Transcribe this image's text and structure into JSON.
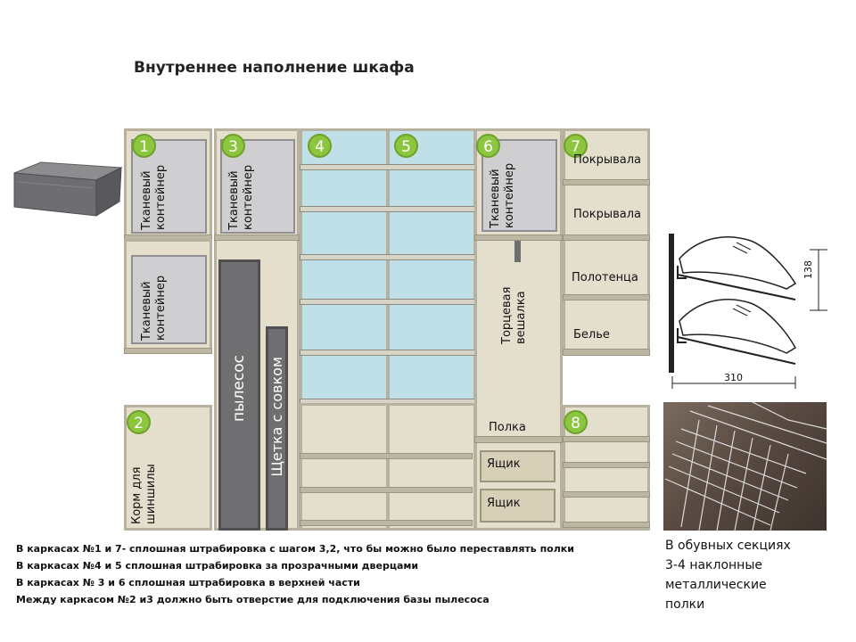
{
  "title": "Внутреннее наполнение шкафа",
  "sections": {
    "n1": "1",
    "n2": "2",
    "n3": "3",
    "n4": "4",
    "n5": "5",
    "n6": "6",
    "n7": "7",
    "n8": "8"
  },
  "labels": {
    "fabric_container": "Тканевый\nконтейнер",
    "chinchilla_food": "Корм для\nшиншилы",
    "vacuum": "пылесос",
    "brush": "Щетка с совком",
    "end_hanger": "Торцевая\nвешалка",
    "shelf": "Полка",
    "drawer": "Ящик",
    "blankets": "Покрывала",
    "towels": "Полотенца",
    "linen": "Белье"
  },
  "notes": [
    "В каркасах №1 и 7- сплошная штрабировка  с шагом 3,2, что бы можно было переставлять полки",
    "В каркасах №4 и 5 сплошная штрабировка за прозрачными дверцами",
    "В каркасах № 3 и 6  сплошная штрабировка в верхней части",
    "Между каркасом №2 и3 должно быть отверстие для подключения базы пылесоса"
  ],
  "shoe_rack": {
    "dim_height": "138",
    "dim_width": "310",
    "caption": "В обувных секциях\n3-4 наклонные\nметаллические\nполки"
  },
  "colors": {
    "frame": "#e4dfcc",
    "glass": "#bfe0e8",
    "badge": "#8cc63f",
    "vacuum": "#6f6f72"
  }
}
